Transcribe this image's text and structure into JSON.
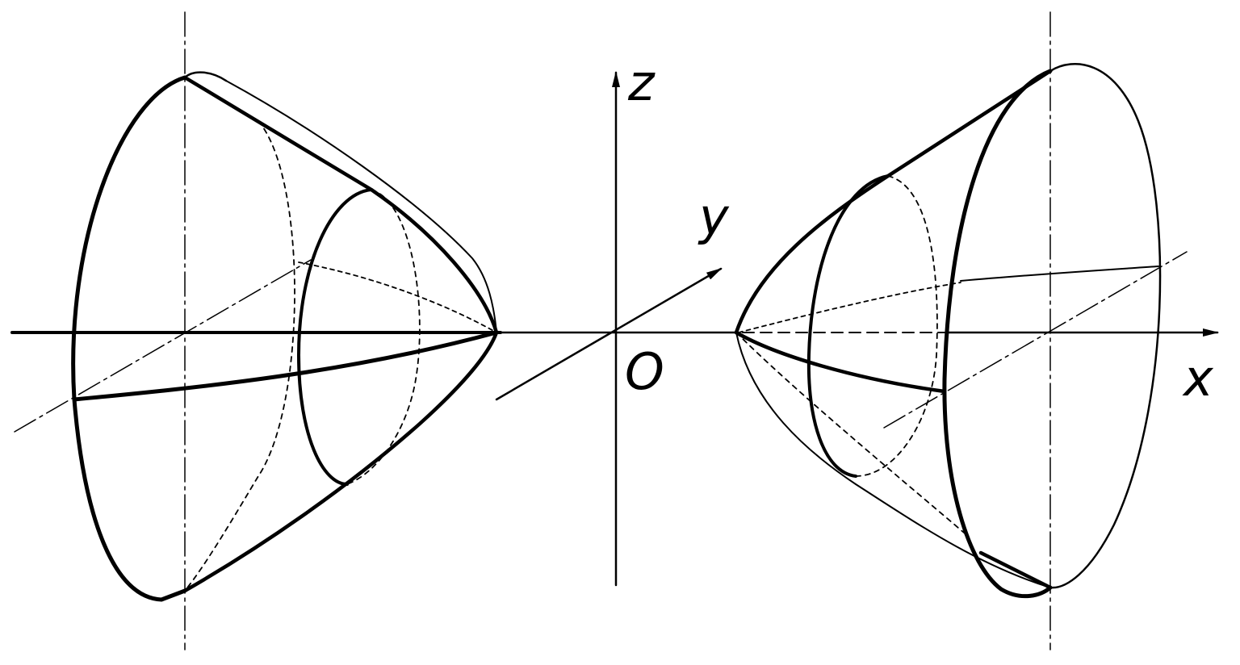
{
  "figure": {
    "axes": {
      "x_label": "x",
      "y_label": "y",
      "z_label": "z",
      "origin_label": "O"
    },
    "colors": {
      "ink": "#000000",
      "background": "#ffffff"
    }
  }
}
